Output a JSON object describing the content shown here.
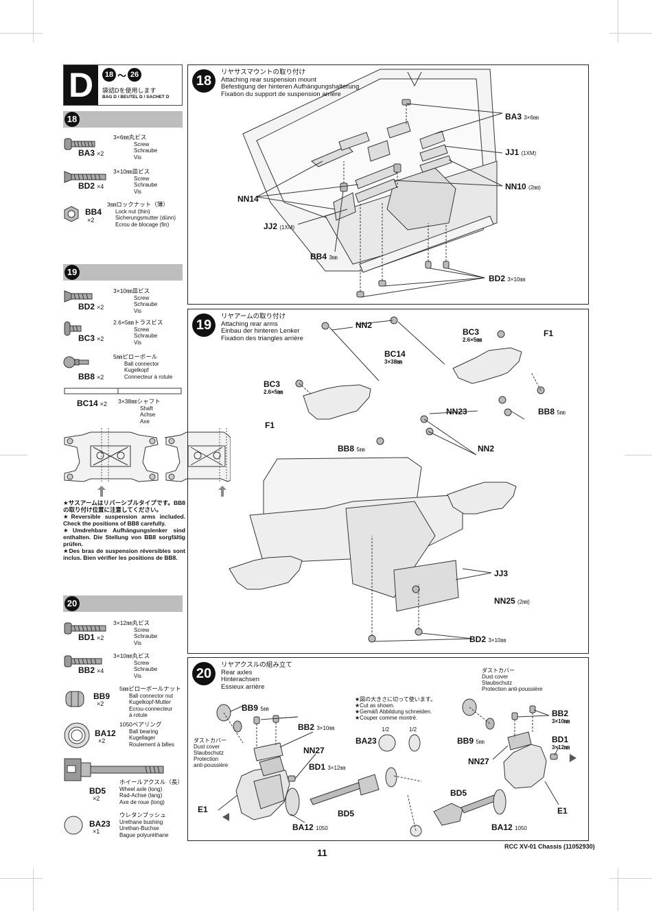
{
  "bag": {
    "letter": "D",
    "step_from": "18",
    "tilde": "〜",
    "step_to": "26",
    "jp": "袋詰Dを使用します",
    "en": "BAG D / BEUTEL D / SACHET D"
  },
  "steps": {
    "s18": "18",
    "s19": "19",
    "s20": "20"
  },
  "parts18": [
    {
      "code": "BA3",
      "qty": "×2",
      "jp": "3×6㎜丸ビス",
      "l1": "Screw",
      "l2": "Schraube",
      "l3": "Vis"
    },
    {
      "code": "BD2",
      "qty": "×4",
      "jp": "3×10㎜皿ビス",
      "l1": "Screw",
      "l2": "Schraube",
      "l3": "Vis"
    },
    {
      "code": "BB4",
      "qty": "×2",
      "jp": "3㎜ロックナット（薄）",
      "l1": "Lock nut (thin)",
      "l2": "Sicherungsmutter (dünn)",
      "l3": "Ecrou de blocage (fin)"
    }
  ],
  "parts19": [
    {
      "code": "BD2",
      "qty": "×2",
      "jp": "3×10㎜皿ビス",
      "l1": "Screw",
      "l2": "Schraube",
      "l3": "Vis"
    },
    {
      "code": "BC3",
      "qty": "×2",
      "jp": "2.6×5㎜トラスビス",
      "l1": "Screw",
      "l2": "Schraube",
      "l3": "Vis"
    },
    {
      "code": "BB8",
      "qty": "×2",
      "jp": "5㎜ピローボール",
      "l1": "Ball connector",
      "l2": "Kugelkopf",
      "l3": "Connecteur à rotule"
    },
    {
      "code": "BC14",
      "qty": "×2",
      "jp": "3×38㎜シャフト",
      "l1": "Shaft",
      "l2": "Achse",
      "l3": "Axe"
    }
  ],
  "note19": [
    "★サスアームはリバーシブルタイプです。BB8の取り付け位置に注意してください。",
    "★Reversible suspension arms included. Check the positions of BB8 carefully.",
    "★Umdrehbare Aufhängungslenker sind enthalten. Die Stellung von BB8 sorgfältig prüfen.",
    "★Des bras de suspension réversibles sont inclus. Bien vérifier les positions de BB8."
  ],
  "parts20": [
    {
      "code": "BD1",
      "qty": "×2",
      "jp": "3×12㎜丸ビス",
      "l1": "Screw",
      "l2": "Schraube",
      "l3": "Vis",
      "l4": ""
    },
    {
      "code": "BB2",
      "qty": "×4",
      "jp": "3×10㎜丸ビス",
      "l1": "Screw",
      "l2": "Schraube",
      "l3": "Vis",
      "l4": ""
    },
    {
      "code": "BB9",
      "qty": "×2",
      "jp": "5㎜ピローボールナット",
      "l1": "Ball connector nut",
      "l2": "Kugelkopf-Mutter",
      "l3": "Ecrou-connecteur",
      "l4": "à rotule"
    },
    {
      "code": "BA12",
      "qty": "×2",
      "jp": "1050ベアリング",
      "l1": "Ball bearing",
      "l2": "Kugellager",
      "l3": "Roulement à billes",
      "l4": ""
    },
    {
      "code": "BD5",
      "qty": "×2",
      "jp": "ホイールアクスル（長）",
      "l1": "Wheel axle (long)",
      "l2": "Rad-Achse (lang)",
      "l3": "Axe de roue (long)",
      "l4": ""
    },
    {
      "code": "BA23",
      "qty": "×1",
      "jp": "ウレタンブッシュ",
      "l1": "Urethane bushing",
      "l2": "Urethan-Buchse",
      "l3": "Bague polyuréthane",
      "l4": ""
    }
  ],
  "panel18": {
    "num": "18",
    "jp": "リヤサスマウントの取り付け",
    "en": "Attaching rear suspension mount",
    "de": "Befestigung der hinteren Aufhängungshalterung",
    "fr": "Fixation du support de suspension arrière",
    "labels": {
      "ba3": "BA3",
      "ba3_size": "3×6㎜",
      "jj1": "JJ1",
      "jj1_size": "(1XM)",
      "nn10": "NN10",
      "nn10_size": "(2㎜)",
      "nn14": "NN14",
      "jj2": "JJ2",
      "jj2_size": "(1XM)",
      "bb4": "BB4",
      "bb4_size": "3㎜",
      "bd2": "BD2",
      "bd2_size": "3×10㎜"
    }
  },
  "panel19": {
    "num": "19",
    "jp": "リヤアームの取り付け",
    "en": "Attaching rear arms",
    "de": "Einbau der hinteren Lenker",
    "fr": "Fixation des triangles arrière",
    "labels": {
      "nn2a": "NN2",
      "bc3a": "BC3",
      "bc3a_size": "2.6×5㎜",
      "f1a": "F1",
      "bc14": "BC14",
      "bc14_size": "3×38㎜",
      "bc3b": "BC3",
      "bc3b_size": "2.6×5㎜",
      "nn23": "NN23",
      "bb8a": "BB8",
      "bb8a_size": "5㎜",
      "f1b": "F1",
      "bb8b": "BB8",
      "bb8b_size": "5㎜",
      "nn2b": "NN2",
      "jj3": "JJ3",
      "nn25": "NN25",
      "nn25_size": "(2㎜)",
      "bd2": "BD2",
      "bd2_size": "3×10㎜"
    }
  },
  "panel20": {
    "num": "20",
    "jp": "リヤアクスルの組み立て",
    "en": "Rear axles",
    "de": "Hinterachsen",
    "fr": "Essieux arrière",
    "cut_note": [
      "★図の大きさに切って使います。",
      "★Cut as shown.",
      "★Gemäß Abbildung schneiden.",
      "★Couper comme montré."
    ],
    "dust_right": [
      "ダストカバー",
      "Dust cover",
      "Staubschutz",
      "Protection anti-poussière"
    ],
    "dust_left": [
      "ダストカバー",
      "Dust cover",
      "Staubschutz",
      "Protection",
      "anti-poussière"
    ],
    "labels": {
      "bb9a": "BB9",
      "bb9a_size": "5㎜",
      "bb2a": "BB2",
      "bb2a_size": "3×10㎜",
      "nn27a": "NN27",
      "bd1a": "BD1",
      "bd1a_size": "3×12㎜",
      "e1a": "E1",
      "ba12a": "BA12",
      "ba12a_size": "1050",
      "bd5a": "BD5",
      "ba23": "BA23",
      "half1": "1/2",
      "half2": "1/2",
      "bb2b": "BB2",
      "bb2b_size": "3×10㎜",
      "bb9b": "BB9",
      "bb9b_size": "5㎜",
      "bd1b": "BD1",
      "bd1b_size": "3×12㎜",
      "nn27b": "NN27",
      "bd5b": "BD5",
      "e1b": "E1",
      "ba12b": "BA12",
      "ba12b_size": "1050"
    }
  },
  "footer": {
    "page": "11",
    "code": "RCC XV-01 Chassis (11052930)"
  }
}
